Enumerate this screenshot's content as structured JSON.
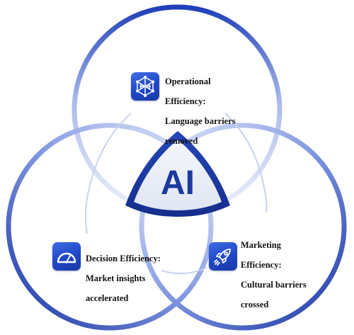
{
  "center": {
    "text": "AI"
  },
  "circles": {
    "top": {
      "topic": "operational"
    },
    "left": {
      "topic": "decision"
    },
    "right": {
      "topic": "marketing"
    }
  },
  "labels": {
    "operational": [
      "Operational",
      "Efficiency:",
      "Language barriers",
      "removed"
    ],
    "decision": [
      "Decision Efficiency:",
      "Market insights",
      "accelerated"
    ],
    "marketing": [
      "Marketing",
      "Efficiency:",
      "Cultural barriers",
      "crossed"
    ]
  },
  "icons": {
    "operational": "network-icon",
    "decision": "speed-gauge-icon",
    "marketing": "rocket-icon"
  },
  "colors": {
    "ring_dark": "#1e3fb8",
    "ring_light": "#dfe6f8",
    "icon_blue": "#2452d6",
    "center_fill": "#eef1f8",
    "center_border": "#1e3aa8",
    "center_text": "#1c3a9e"
  }
}
